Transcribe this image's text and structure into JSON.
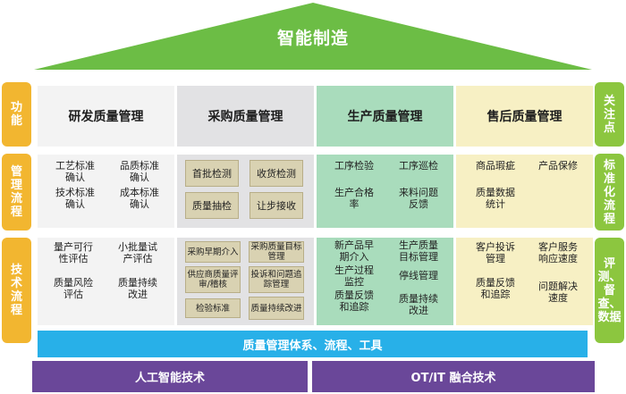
{
  "title": "智能制造",
  "left_labels": [
    "功能",
    "管理流程",
    "技术流程"
  ],
  "right_labels": [
    "关注点",
    "标准化流程",
    "评测、督查、数据"
  ],
  "columns": [
    {
      "header": "研发质量管理",
      "mgmt": [
        "工艺标准确认",
        "品质标准确认",
        "技术标准确认",
        "成本标准确认"
      ],
      "tech": [
        "量产可行性评估",
        "小批量试产评估",
        "质量风险评估",
        "质量持续改进"
      ]
    },
    {
      "header": "采购质量管理",
      "mgmt": [
        "首批检测",
        "收货检测",
        "质量抽检",
        "让步接收"
      ],
      "tech": [
        "采购早期介入",
        "采购质量目标管理",
        "供应商质量评审/稽核",
        "投诉和问题追踪管理",
        "检验标准",
        "质量持续改进"
      ]
    },
    {
      "header": "生产质量管理",
      "mgmt": [
        "工序检验",
        "工序巡检",
        "生产合格率",
        "来料问题反馈"
      ],
      "tech": [
        "新产品早期介入",
        "生产质量目标管理",
        "生产过程监控",
        "停线管理",
        "质量反馈和追踪",
        "质量持续改进"
      ]
    },
    {
      "header": "售后质量管理",
      "mgmt": [
        "商品瑕疵",
        "产品保修",
        "质量数据统计"
      ],
      "tech": [
        "客户投诉管理",
        "客户服务响应速度",
        "质量反馈和追踪",
        "问题解决速度"
      ]
    }
  ],
  "band": "质量管理体系、流程、工具",
  "base": [
    "人工智能技术",
    "OT/IT 融合技术"
  ],
  "colors": {
    "roof": "#6cbd45",
    "left_labels": "#f2b630",
    "right_labels": "#8cc63f",
    "col1": "#f3f3f3",
    "col2": "#e2e2e4",
    "col3": "#a9dcbc",
    "col4": "#f7f0c4",
    "band": "#28b0e8",
    "base": "#6a4799"
  }
}
